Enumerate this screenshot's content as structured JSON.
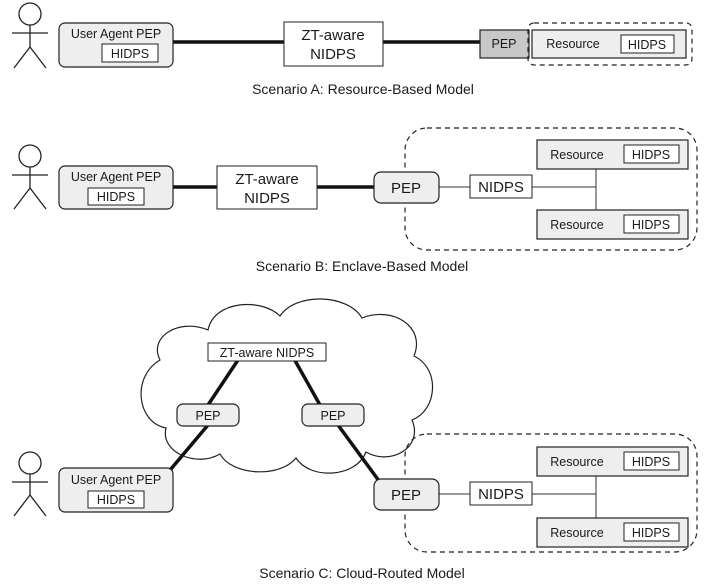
{
  "labels": {
    "user_agent_pep": "User Agent PEP",
    "hidps": "HIDPS",
    "zt_aware": "ZT-aware",
    "nidps": "NIDPS",
    "zt_aware_nidps": "ZT-aware NIDPS",
    "pep": "PEP",
    "resource": "Resource"
  },
  "captions": {
    "scenario_a": "Scenario A: Resource-Based Model",
    "scenario_b": "Scenario B: Enclave-Based Model",
    "scenario_c": "Scenario C: Cloud-Routed Model"
  }
}
